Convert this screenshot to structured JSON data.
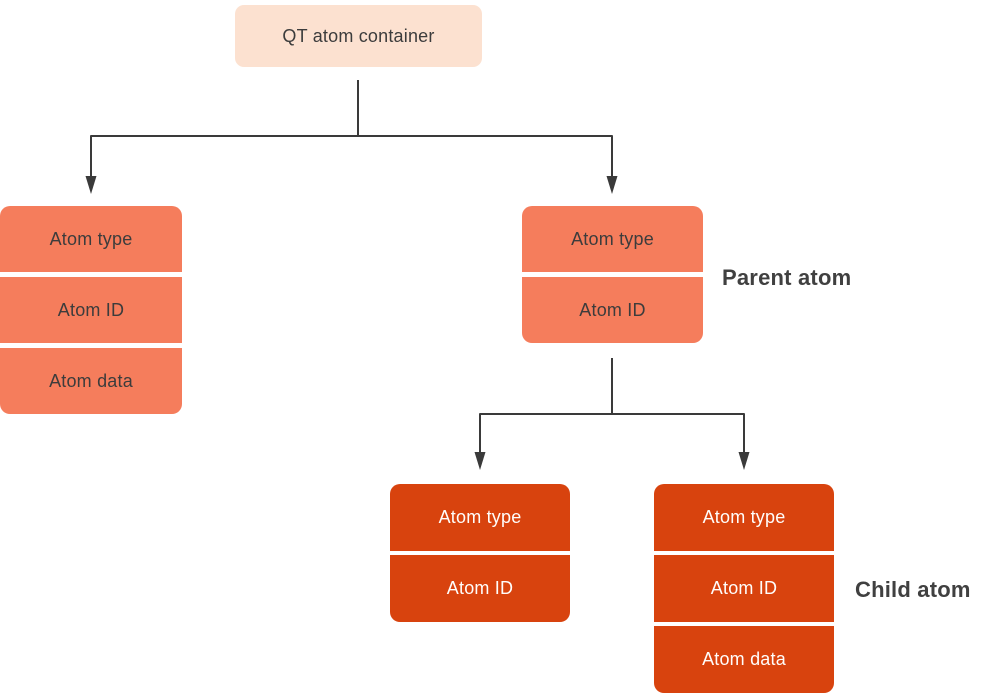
{
  "diagram": {
    "colors": {
      "background": "#ffffff",
      "root_fill": "#fce1d0",
      "atom_fill": "#f57d5c",
      "child_fill": "#d8430e",
      "dark_text": "#3c3c3c",
      "light_text": "#fffdfb",
      "line": "#3a3a3a",
      "label_text": "#404040"
    },
    "root": {
      "label": "QT atom container"
    },
    "stacks": {
      "left": {
        "rows": [
          "Atom type",
          "Atom ID",
          "Atom data"
        ]
      },
      "parent": {
        "rows": [
          "Atom type",
          "Atom ID"
        ],
        "label": "Parent atom"
      },
      "child_left": {
        "rows": [
          "Atom type",
          "Atom ID"
        ]
      },
      "child_right": {
        "rows": [
          "Atom type",
          "Atom ID",
          "Atom data"
        ],
        "label": "Child atom"
      }
    }
  }
}
